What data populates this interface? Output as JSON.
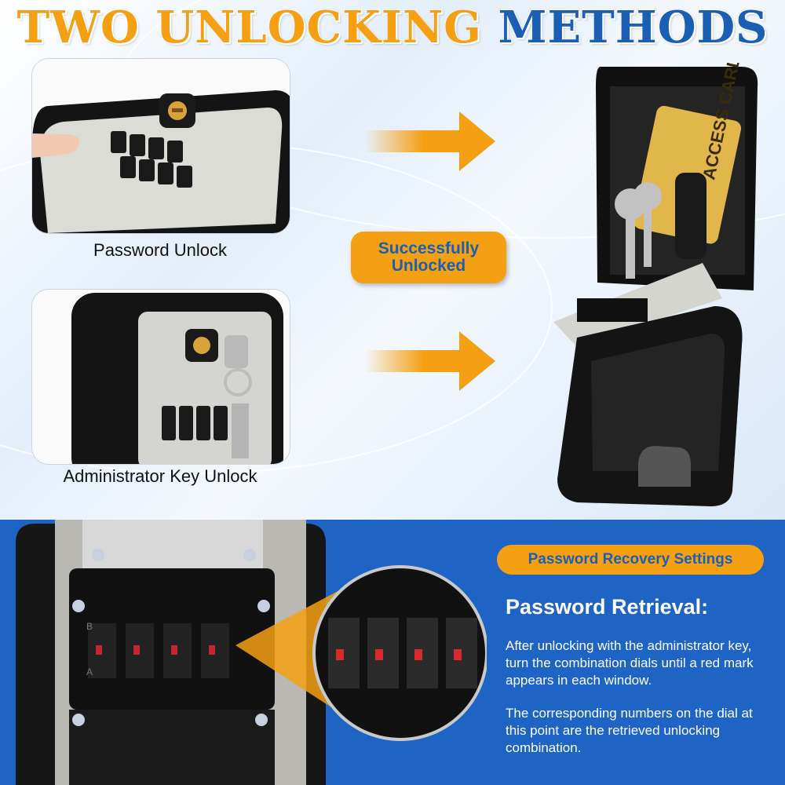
{
  "header": {
    "title_part1": "TWO UNLOCKING",
    "title_part2": "METHODS"
  },
  "methods": [
    {
      "caption": "Password Unlock",
      "icon": "combination-dial-icon"
    },
    {
      "caption": "Administrator Key Unlock",
      "icon": "key-icon"
    }
  ],
  "result": {
    "badge_line1": "Successfully",
    "badge_line2": "Unlocked"
  },
  "recovery": {
    "pill": "Password Recovery Settings",
    "heading": "Password Retrieval:",
    "para1": "After unlocking with the administrator key, turn the combination dials until a red mark appears in each window.",
    "para2": "The corresponding numbers on the dial at this point are the retrieved unlocking combination."
  },
  "product_labels": {
    "card_text": "ACCESS CARD",
    "switch_top": "B",
    "switch_bottom": "A"
  },
  "colors": {
    "accent_orange": "#f5a013",
    "brand_blue": "#1b5fb4",
    "bottom_bg": "#1d64c4"
  }
}
